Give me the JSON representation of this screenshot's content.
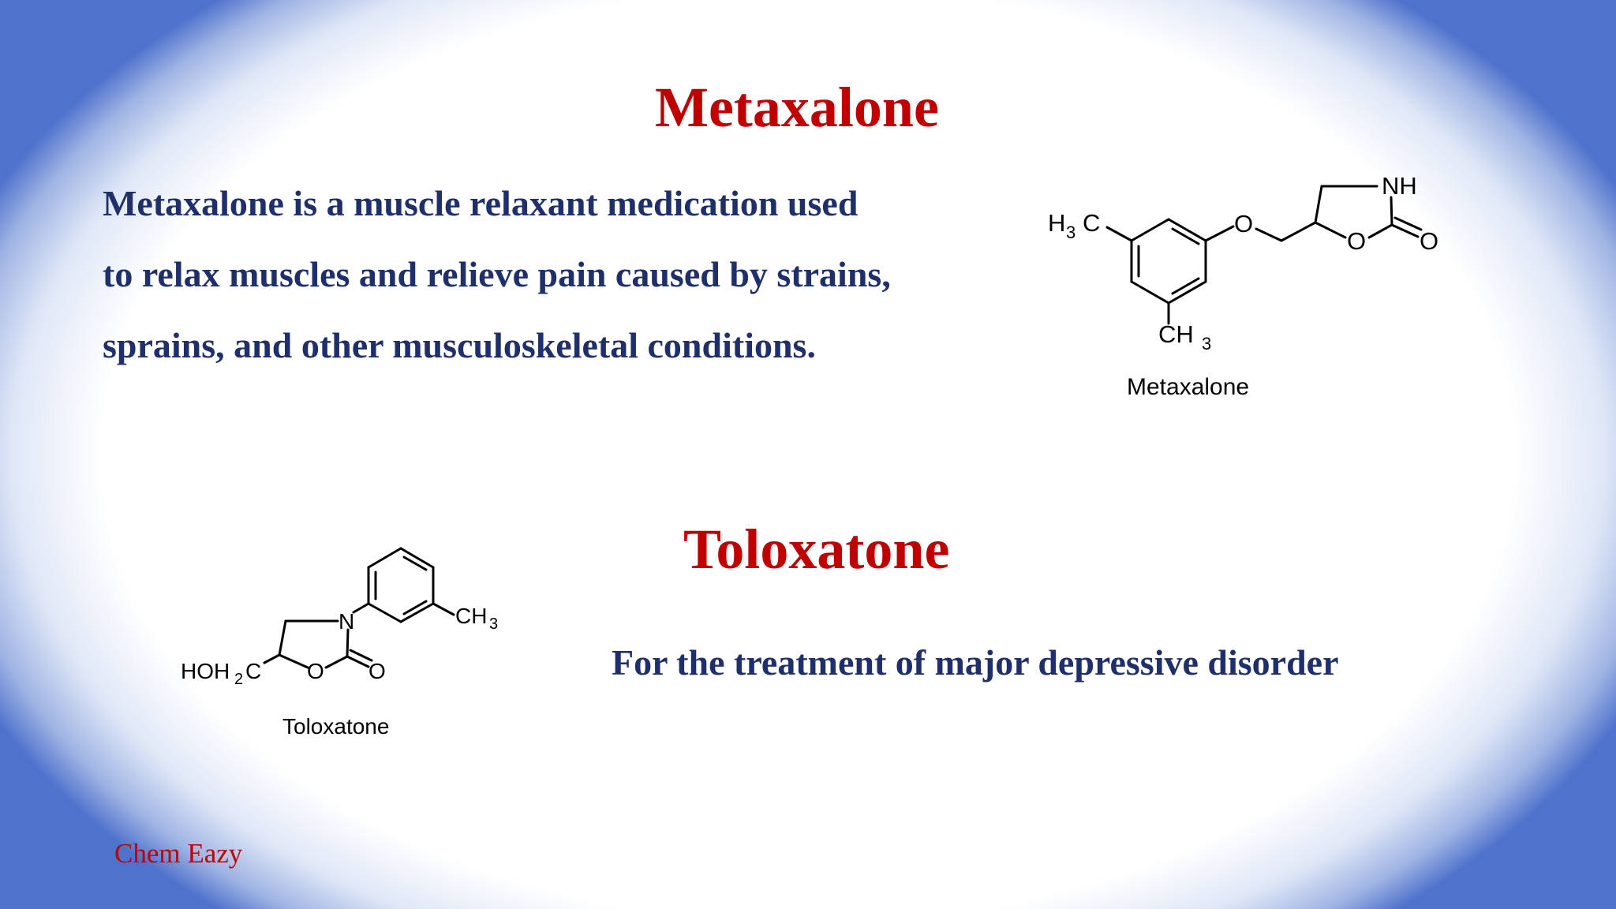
{
  "metaxalone": {
    "title": "Metaxalone",
    "description_lines": [
      "Metaxalone is a muscle relaxant medication used",
      "to relax muscles and relieve pain caused by strains,",
      "sprains, and other musculoskeletal conditions."
    ],
    "structure": {
      "caption": "Metaxalone",
      "labels": {
        "h3c_h": "H",
        "h3c_3": "3",
        "h3c_c": "C",
        "ch3_ch": "CH",
        "ch3_3": "3",
        "ether_o": "O",
        "nh": "NH",
        "ring_o": "O",
        "carbonyl_o": "O"
      }
    }
  },
  "toloxatone": {
    "title": "Toloxatone",
    "description": "For the treatment of major depressive disorder",
    "structure": {
      "caption": "Toloxatone",
      "labels": {
        "n": "N",
        "ch3_ch": "CH",
        "ch3_3": "3",
        "hoh": "HOH",
        "sub2": "2",
        "c": "C",
        "ring_o": "O",
        "carbonyl_o": "O"
      }
    }
  },
  "watermark": "Chem Eazy"
}
